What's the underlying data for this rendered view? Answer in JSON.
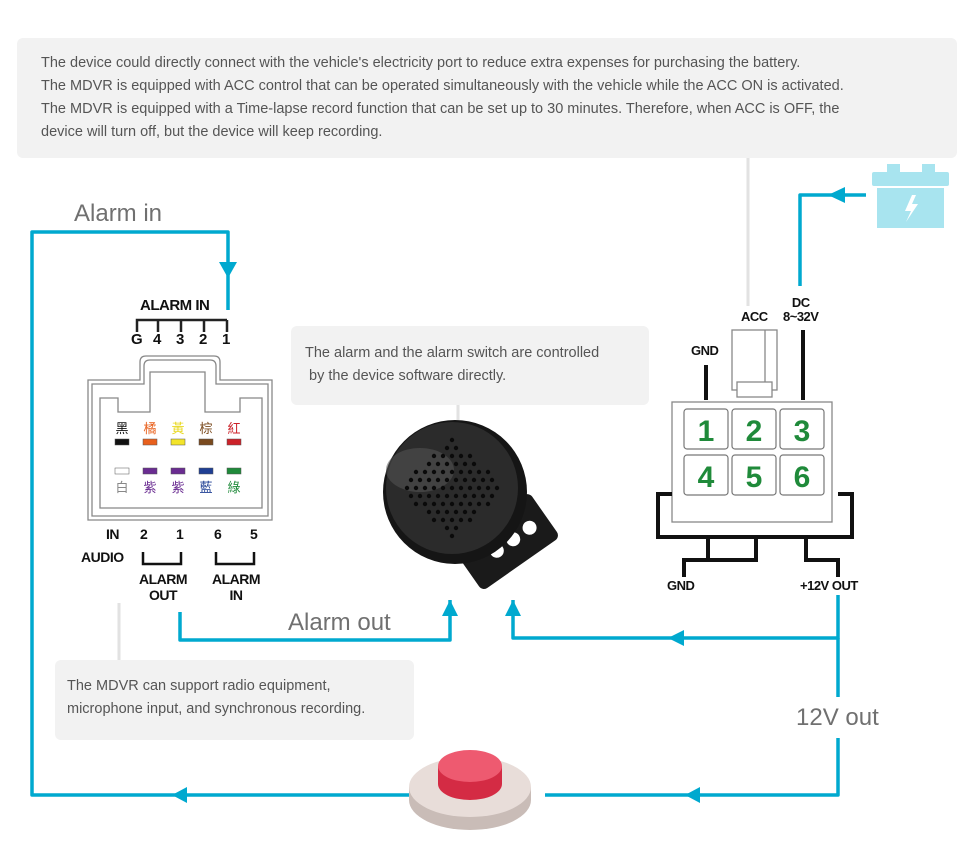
{
  "notes": {
    "top": [
      "The device could directly connect with the vehicle's electricity port to reduce extra expenses for purchasing the battery.",
      "The MDVR is equipped with ACC control that can be operated simultaneously with the vehicle while the ACC ON is activated.",
      "The MDVR is equipped with a Time-lapse record function that can be set up to 30 minutes. Therefore, when ACC is OFF, the",
      "device will turn off, but the device will keep recording."
    ],
    "alarm": [
      "The alarm and the alarm switch are controlled",
      " by the device software directly."
    ],
    "audio": [
      "The MDVR can support radio equipment,",
      "microphone input, and synchronous recording."
    ]
  },
  "flow_labels": {
    "alarm_in": "Alarm in",
    "alarm_out": "Alarm out",
    "v12_out": "12V out"
  },
  "io_connector": {
    "header": "ALARM IN",
    "top_pins": [
      "G",
      "4",
      "3",
      "2",
      "1"
    ],
    "wires_top": [
      {
        "char": "黑",
        "color": "#111111",
        "text_color": "#111111"
      },
      {
        "char": "橘",
        "color": "#e8601c",
        "text_color": "#e8601c"
      },
      {
        "char": "黃",
        "color": "#f3e42a",
        "text_color": "#e8d820"
      },
      {
        "char": "棕",
        "color": "#7a4a1e",
        "text_color": "#7a4a1e"
      },
      {
        "char": "紅",
        "color": "#cc2229",
        "text_color": "#cc2229"
      }
    ],
    "wires_bottom": [
      {
        "char": "白",
        "color": "#ffffff",
        "text_color": "#888888"
      },
      {
        "char": "紫",
        "color": "#6a2c91",
        "text_color": "#6a2c91"
      },
      {
        "char": "紫",
        "color": "#6a2c91",
        "text_color": "#6a2c91"
      },
      {
        "char": "藍",
        "color": "#1f3f94",
        "text_color": "#1f3f94"
      },
      {
        "char": "綠",
        "color": "#1f8a3a",
        "text_color": "#1f8a3a"
      }
    ],
    "bottom_labels": {
      "in": "IN",
      "audio": "AUDIO",
      "pins": [
        "2",
        "1",
        "6",
        "5"
      ],
      "alarm_out": [
        "ALARM",
        "OUT"
      ],
      "alarm_in": [
        "ALARM",
        "IN"
      ]
    }
  },
  "power_connector": {
    "pins": [
      "1",
      "2",
      "3",
      "4",
      "5",
      "6"
    ],
    "pin_color": "#1f8a3a",
    "labels": {
      "gnd_top": "GND",
      "acc": "ACC",
      "dc": [
        "DC",
        "8~32V"
      ],
      "gnd_bottom": "GND",
      "out": "+12V OUT"
    }
  },
  "colors": {
    "flow": "#00a9cf",
    "battery": "#a8e4ef",
    "note_bg": "#f2f2f2",
    "button_red": "#ee3f5a",
    "button_base": "#e8ddd9"
  }
}
